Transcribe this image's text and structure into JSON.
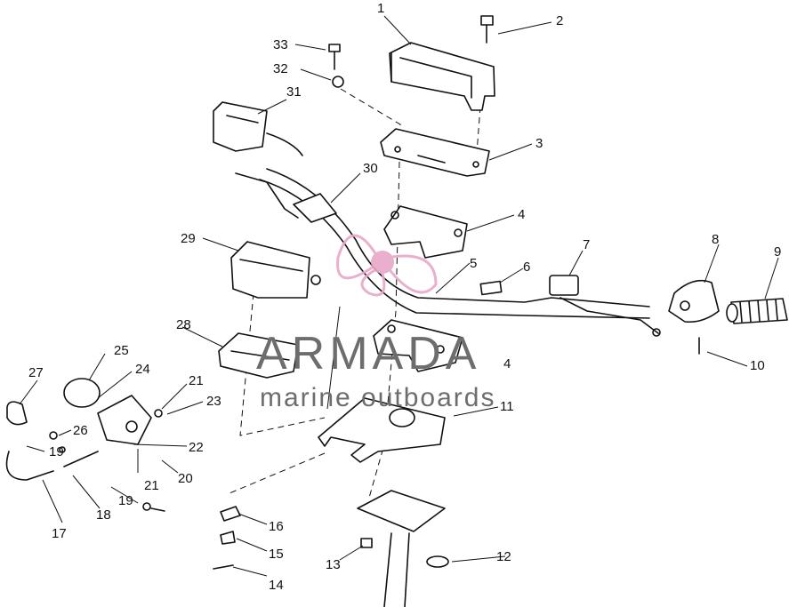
{
  "watermark": {
    "brand": "ARMADA",
    "tagline": "marine outboards",
    "logo_color": "#e8a7c8",
    "text_color": "#6d6d6d"
  },
  "callouts": [
    "1",
    "2",
    "3",
    "4",
    "4",
    "5",
    "6",
    "7",
    "8",
    "9",
    "10",
    "11",
    "12",
    "13",
    "14",
    "15",
    "16",
    "17",
    "18",
    "19",
    "19",
    "20",
    "21",
    "21",
    "22",
    "23",
    "24",
    "25",
    "26",
    "27",
    "28",
    "29",
    "30",
    "31",
    "32",
    "33"
  ],
  "line_color": "#111111"
}
